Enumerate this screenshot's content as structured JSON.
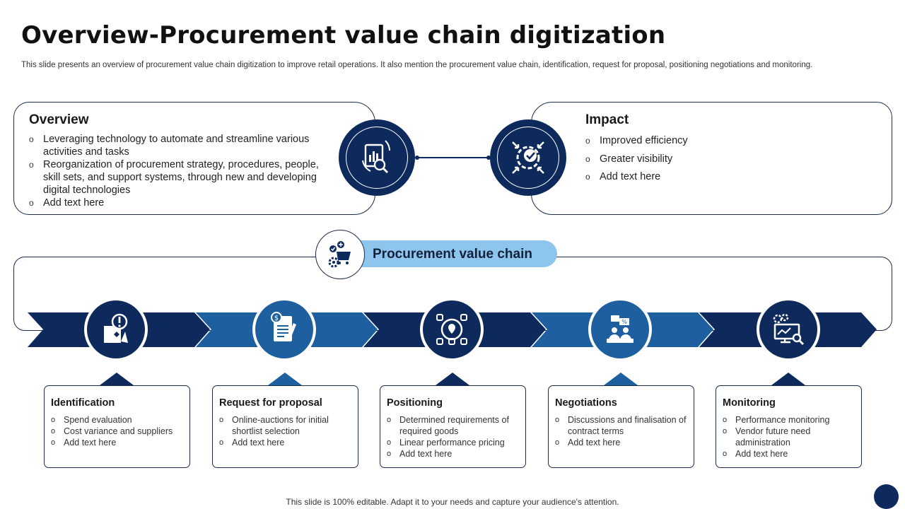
{
  "title": "Overview-Procurement value chain digitization",
  "subtitle": "This slide presents an overview of procurement value chain digitization to improve retail operations. It also mention the procurement value chain, identification, request for proposal, positioning negotiations and monitoring.",
  "overview": {
    "heading": "Overview",
    "items": [
      "Leveraging technology to automate and streamline various activities and tasks",
      "Reorganization of procurement strategy, procedures, people, skill sets, and support systems, through new and developing digital technologies",
      "Add text here"
    ]
  },
  "impact": {
    "heading": "Impact",
    "items": [
      "Improved efficiency",
      "Greater visibility",
      "Add text here"
    ]
  },
  "chain": {
    "label": "Procurement value chain",
    "stages": [
      {
        "title": "Identification",
        "items": [
          "Spend evaluation",
          "Cost variance  and suppliers",
          "Add text here"
        ]
      },
      {
        "title": "Request for proposal",
        "items": [
          "Online-auctions for initial shortlist selection",
          "Add text here"
        ]
      },
      {
        "title": "Positioning",
        "items": [
          "Determined requirements of required goods",
          "Linear performance  pricing",
          "Add text here"
        ]
      },
      {
        "title": "Negotiations",
        "items": [
          "Discussions and finalisation of contract terms",
          "Add text here"
        ]
      },
      {
        "title": "Monitoring",
        "items": [
          "Performance  monitoring",
          "Vendor future  need administration",
          "Add text here"
        ]
      }
    ]
  },
  "footer": "This slide is 100% editable. Adapt it to your needs and capture your audience's attention.",
  "colors": {
    "navy": "#0e2a5c",
    "mid_blue": "#1d5f9f",
    "light_blue": "#8ec5ec"
  },
  "icons": [
    "report-analysis-icon",
    "settings-check-icon",
    "shopping-cart-gear-icon",
    "puzzle-alert-icon",
    "invoice-document-icon",
    "network-location-icon",
    "meeting-percent-icon",
    "monitor-analytics-icon"
  ]
}
